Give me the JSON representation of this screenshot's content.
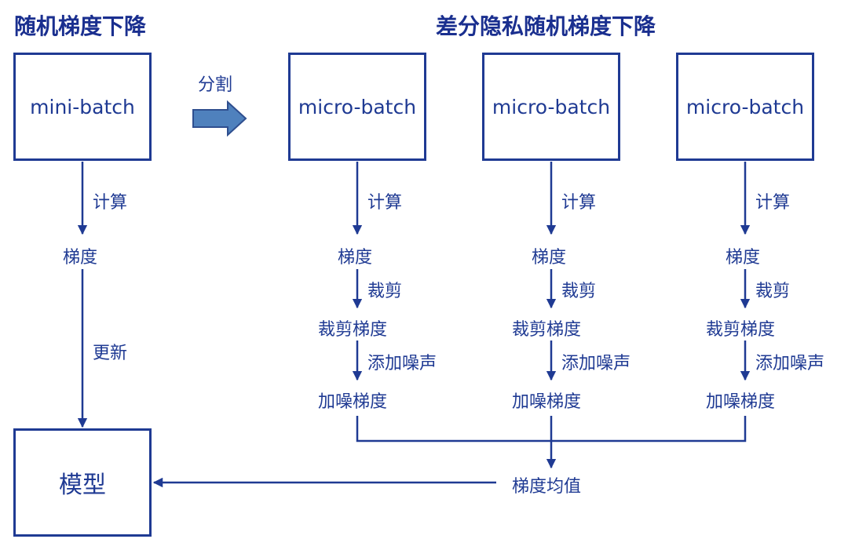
{
  "titles": {
    "sgd": "随机梯度下降",
    "dpsgd": "差分隐私随机梯度下降"
  },
  "split_label": "分割",
  "left": {
    "batch": "mini-batch",
    "compute": "计算",
    "gradient": "梯度",
    "update": "更新",
    "model": "模型"
  },
  "micro": [
    {
      "batch": "micro-batch",
      "compute": "计算",
      "gradient": "梯度",
      "clip": "裁剪",
      "clipped": "裁剪梯度",
      "add_noise": "添加噪声",
      "noisy": "加噪梯度"
    },
    {
      "batch": "micro-batch",
      "compute": "计算",
      "gradient": "梯度",
      "clip": "裁剪",
      "clipped": "裁剪梯度",
      "add_noise": "添加噪声",
      "noisy": "加噪梯度"
    },
    {
      "batch": "micro-batch",
      "compute": "计算",
      "gradient": "梯度",
      "clip": "裁剪",
      "clipped": "裁剪梯度",
      "add_noise": "添加噪声",
      "noisy": "加噪梯度"
    }
  ],
  "average": "梯度均值",
  "colors": {
    "line": "#1f3a93",
    "arrow_fill": "#4f81bd",
    "arrow_stroke": "#2f4f8f"
  }
}
